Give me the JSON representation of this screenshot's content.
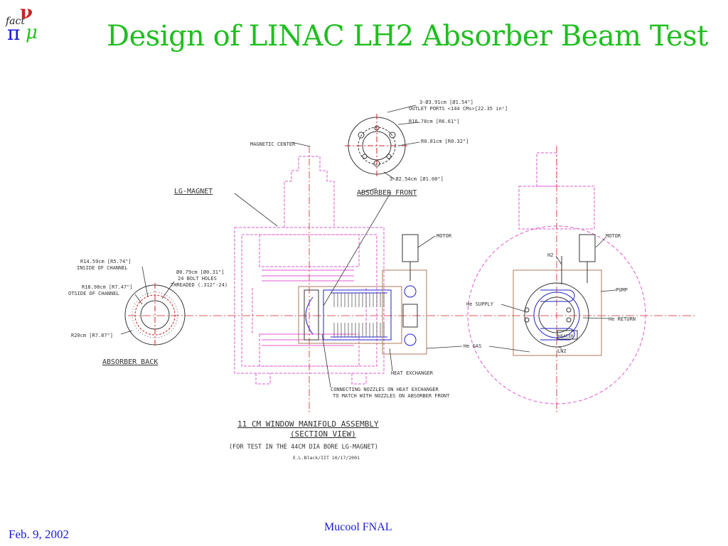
{
  "slide": {
    "title": "Design of LINAC LH2 Absorber Beam Test",
    "footer_left": "Feb. 9, 2002",
    "footer_center": "Mucool FNAL",
    "logo": {
      "text": "fact",
      "icon": "fact-nu-pi-mu-logo"
    }
  },
  "colors": {
    "title": "#1fbf1f",
    "footer": "#1a1ad6",
    "magnet": "#e05ad0",
    "beamline": "#cc2222",
    "absorber": "#2222cc",
    "box": "#b07a5a",
    "lines": "#333333"
  },
  "drawing": {
    "absorber_front": {
      "label": "ABSORBER FRONT",
      "callouts": [
        "3-Ø3.91cm [Ø1.54\"]",
        "OUTLET PORTS <144 CMs>[22.35 in²]",
        "R16.78cm [R6.61\"]",
        "R0.81cm [R0.32\"]",
        "3-Ø2.54cm [Ø1.00\"]"
      ]
    },
    "absorber_back": {
      "label": "ABSORBER BACK",
      "callouts": [
        "R14.59cm [R5.74\"]",
        "INSIDE OF CHANNEL",
        "R18.98cm [R7.47\"]",
        "OTSIDE OF CHANNEL",
        "R20cm [R7.87\"]",
        "Ø0.79cm [Ø0.31\"]",
        "24 BOLT HOLES",
        "THREADED (.312\"-24)"
      ]
    },
    "side_view": {
      "magnetic_center": "MAGNETIC CENTER",
      "lg_magnet": "LG-MAGNET",
      "motor": "MOTOR",
      "heat_exchanger": "HEAT EXCHANGER",
      "nozzles_1": "CONNECTING NOZZLES ON HEAT EXCHANGER",
      "nozzles_2": "TO MATCH WITH NOZZLES ON ABSORBER FRONT",
      "he_supply": "He SUPPLY",
      "he_gas": "He GAS"
    },
    "end_view": {
      "motor": "MOTOR",
      "h2": "H2",
      "pump": "PUMP",
      "he_return": "He RETURN",
      "heater": "HEATER",
      "ln2": "LN2"
    },
    "title_block": {
      "line1": "11 CM WINDOW MANIFOLD ASSEMBLY",
      "line2": "(SECTION VIEW)",
      "line3": "(FOR TEST IN THE 44CM DIA BORE LG-MAGNET)",
      "line4": "E.L.Black/IIT   10/17/2001"
    }
  }
}
